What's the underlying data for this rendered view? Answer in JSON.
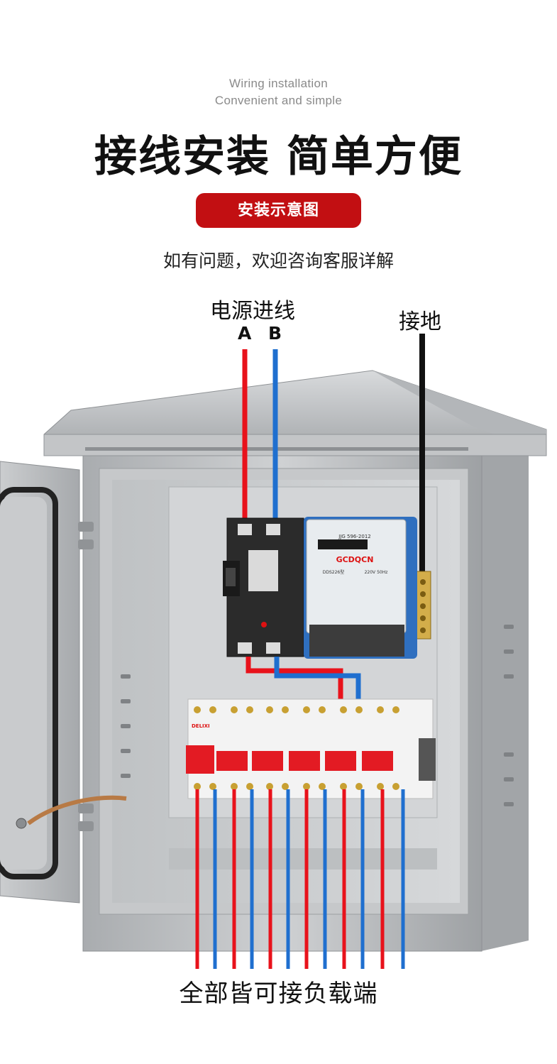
{
  "header": {
    "en_line1": "Wiring installation",
    "en_line2": "Convenient and simple",
    "title": "接线安装 简单方便",
    "badge": "安装示意图",
    "note": "如有问题，欢迎咨询客服详解"
  },
  "diagram": {
    "power_in_label": "电源进线",
    "phase_a": "A",
    "phase_b": "B",
    "ground_label": "接地",
    "load_label": "全部皆可接负载端",
    "meter_brand": "GCDQCN",
    "meter_standard": "JJG 596-2012",
    "meter_model": "DDS226型",
    "meter_rating": "220V 50Hz",
    "breaker_brand": "DELIXI"
  },
  "colors": {
    "accent_red": "#c20f12",
    "wire_red": "#e8121b",
    "wire_blue": "#1f6fcf",
    "cabinet": "#b9bcbf"
  }
}
